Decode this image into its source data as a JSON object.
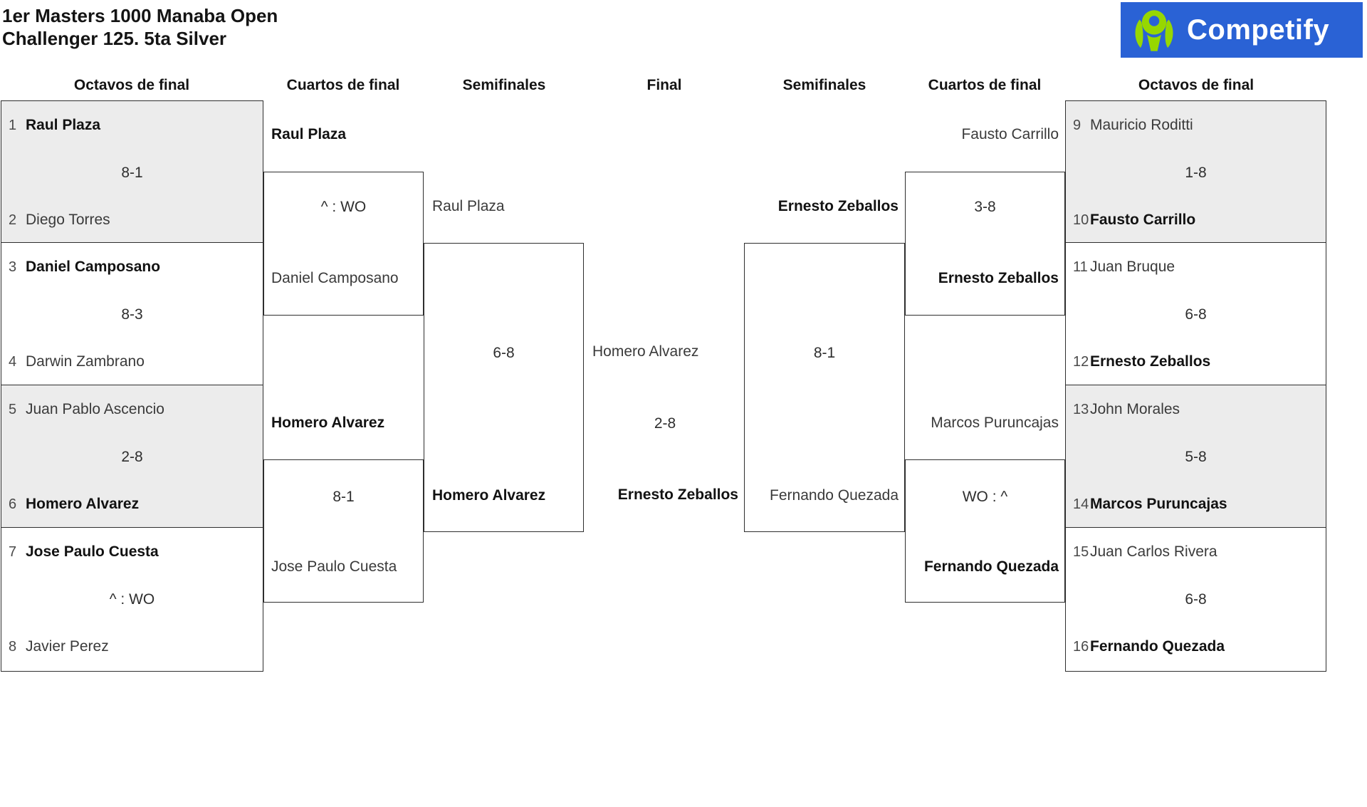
{
  "title": {
    "line1": "1er Masters 1000 Manaba Open",
    "line2": "Challenger 125. 5ta Silver"
  },
  "logo": {
    "text": "Competify",
    "bg_color": "#2a62d5",
    "icon_color": "#97d700",
    "icon": "person-in-circle-logo-icon"
  },
  "headers": [
    "Octavos de final",
    "Cuartos de final",
    "Semifinales",
    "Final",
    "Semifinales",
    "Cuartos de final",
    "Octavos de final"
  ],
  "bracket": {
    "octavos_left": [
      {
        "p1": {
          "seed": "1",
          "name": "Raul Plaza",
          "winner": true
        },
        "score": "8-1",
        "p2": {
          "seed": "2",
          "name": "Diego Torres",
          "winner": false
        }
      },
      {
        "p1": {
          "seed": "3",
          "name": "Daniel Camposano",
          "winner": true
        },
        "score": "8-3",
        "p2": {
          "seed": "4",
          "name": "Darwin Zambrano",
          "winner": false
        }
      },
      {
        "p1": {
          "seed": "5",
          "name": "Juan Pablo Ascencio",
          "winner": false
        },
        "score": "2-8",
        "p2": {
          "seed": "6",
          "name": "Homero Alvarez",
          "winner": true
        }
      },
      {
        "p1": {
          "seed": "7",
          "name": "Jose Paulo Cuesta",
          "winner": true
        },
        "score": "^ : WO",
        "p2": {
          "seed": "8",
          "name": "Javier Perez",
          "winner": false
        }
      }
    ],
    "cuartos_left": [
      {
        "p1": {
          "name": "Raul Plaza",
          "winner": true
        },
        "score": "^ : WO",
        "p2": {
          "name": "Daniel Camposano",
          "winner": false
        }
      },
      {
        "p1": {
          "name": "Homero Alvarez",
          "winner": true
        },
        "score": "8-1",
        "p2": {
          "name": "Jose Paulo Cuesta",
          "winner": false
        }
      }
    ],
    "semifinales_left": {
      "p1": {
        "name": "Raul Plaza",
        "winner": false
      },
      "score": "6-8",
      "p2": {
        "name": "Homero Alvarez",
        "winner": true
      }
    },
    "final": {
      "p1": {
        "name": "Homero Alvarez",
        "winner": false
      },
      "score": "2-8",
      "p2": {
        "name": "Ernesto Zeballos",
        "winner": true
      }
    },
    "semifinales_right": {
      "p1": {
        "name": "Ernesto Zeballos",
        "winner": true
      },
      "score": "8-1",
      "p2": {
        "name": "Fernando Quezada",
        "winner": false
      }
    },
    "cuartos_right": [
      {
        "p1": {
          "name": "Fausto Carrillo",
          "winner": false
        },
        "score": "3-8",
        "p2": {
          "name": "Ernesto Zeballos",
          "winner": true
        }
      },
      {
        "p1": {
          "name": "Marcos Puruncajas",
          "winner": false
        },
        "score": "WO : ^",
        "p2": {
          "name": "Fernando Quezada",
          "winner": true
        }
      }
    ],
    "octavos_right": [
      {
        "p1": {
          "seed": "9",
          "name": "Mauricio Roditti",
          "winner": false
        },
        "score": "1-8",
        "p2": {
          "seed": "10",
          "name": "Fausto Carrillo",
          "winner": true
        }
      },
      {
        "p1": {
          "seed": "11",
          "name": "Juan Bruque",
          "winner": false
        },
        "score": "6-8",
        "p2": {
          "seed": "12",
          "name": "Ernesto Zeballos",
          "winner": true
        }
      },
      {
        "p1": {
          "seed": "13",
          "name": "John Morales",
          "winner": false
        },
        "score": "5-8",
        "p2": {
          "seed": "14",
          "name": "Marcos Puruncajas",
          "winner": true
        }
      },
      {
        "p1": {
          "seed": "15",
          "name": "Juan Carlos Rivera",
          "winner": false
        },
        "score": "6-8",
        "p2": {
          "seed": "16",
          "name": "Fernando Quezada",
          "winner": true
        }
      }
    ]
  }
}
